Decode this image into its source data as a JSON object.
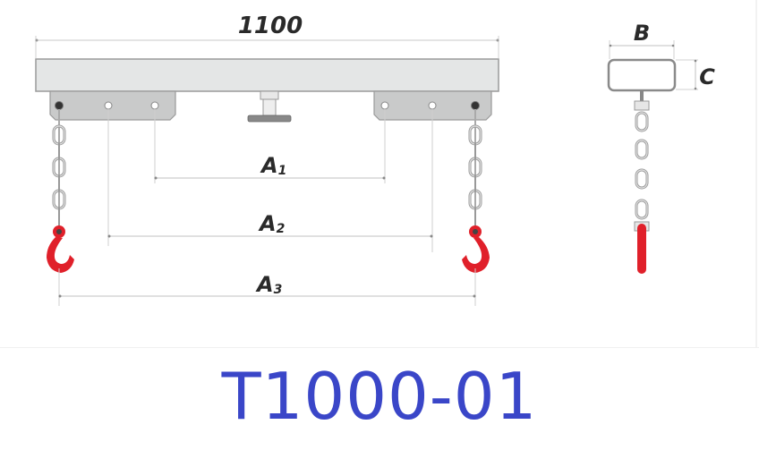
{
  "diagram": {
    "type": "technical-drawing",
    "subject": "lifting beam with two chains and hooks",
    "front_view": {
      "overall_length_label": "1100",
      "dimension_labels": {
        "a1": "A1",
        "a2": "A2",
        "a3": "A3"
      },
      "a1_main": "A",
      "a1_sub": "1",
      "a2_main": "A",
      "a2_sub": "2",
      "a3_main": "A",
      "a3_sub": "3"
    },
    "side_view": {
      "width_label": "B",
      "height_label": "C"
    },
    "colors": {
      "beam_fill": "#e4e6e6",
      "beam_stroke": "#8a8a8a",
      "plate_fill": "#c9caca",
      "chain": "#b8b8b8",
      "hook": "#e0202a",
      "dim_line": "#c8c8c8",
      "title_blue": "#3a46c8"
    }
  },
  "model": {
    "title": "T1000-01"
  }
}
